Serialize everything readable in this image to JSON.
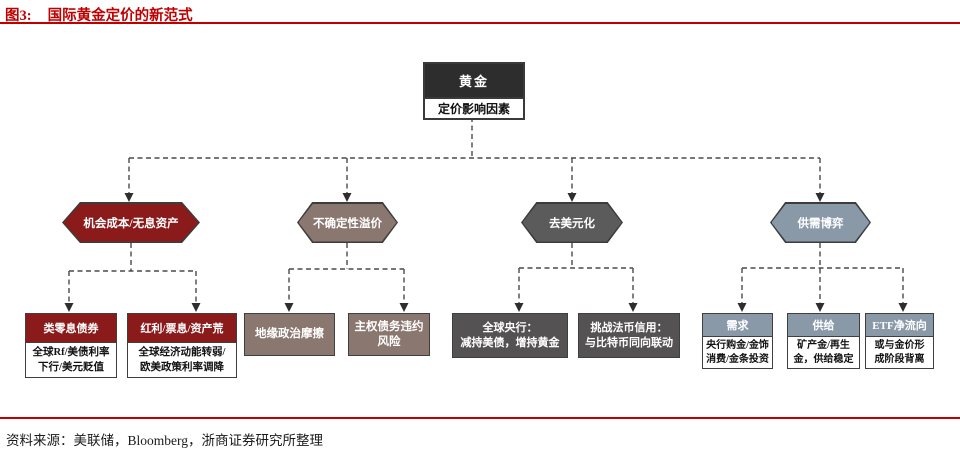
{
  "figure": {
    "label": "图3:",
    "title": "国际黄金定价的新范式",
    "source": "资料来源：美联储，Bloomberg，浙商证券研究所整理"
  },
  "root": {
    "title": "黄金",
    "subtitle": "定价影响因素"
  },
  "branches": [
    {
      "label": "机会成本/无息资产",
      "color": "#8B1B1B",
      "children": [
        {
          "header": "类零息债券",
          "body": "全球Rf/美债利率\n下行/美元贬值"
        },
        {
          "header": "红利/票息/资产荒",
          "body": "全球经济动能转弱/\n欧美政策利率调降"
        }
      ]
    },
    {
      "label": "不确定性溢价",
      "color": "#8A7870",
      "children": [
        {
          "body": "地缘政治摩擦"
        },
        {
          "body": "主权债务违约\n风险"
        }
      ]
    },
    {
      "label": "去美元化",
      "color": "#5B5B5B",
      "children": [
        {
          "body": "全球央行：\n减持美债，增持黄金"
        },
        {
          "body": "挑战法币信用：\n与比特币同向联动"
        }
      ]
    },
    {
      "label": "供需博弈",
      "color": "#8A99A8",
      "children": [
        {
          "header": "需求",
          "body": "央行购金/金饰\n消费/金条投资"
        },
        {
          "header": "供给",
          "body": "矿产金/再生\n金，供给稳定"
        },
        {
          "header": "ETF净流向",
          "body": "或与金价形\n成阶段背离"
        }
      ]
    }
  ],
  "colors": {
    "accent_red": "#C00000",
    "root_dark": "#2D2D2D",
    "branch_red": "#8B1B1B",
    "branch_taupe": "#8A7870",
    "branch_gray": "#5B5B5B",
    "branch_slate": "#8A99A8"
  }
}
